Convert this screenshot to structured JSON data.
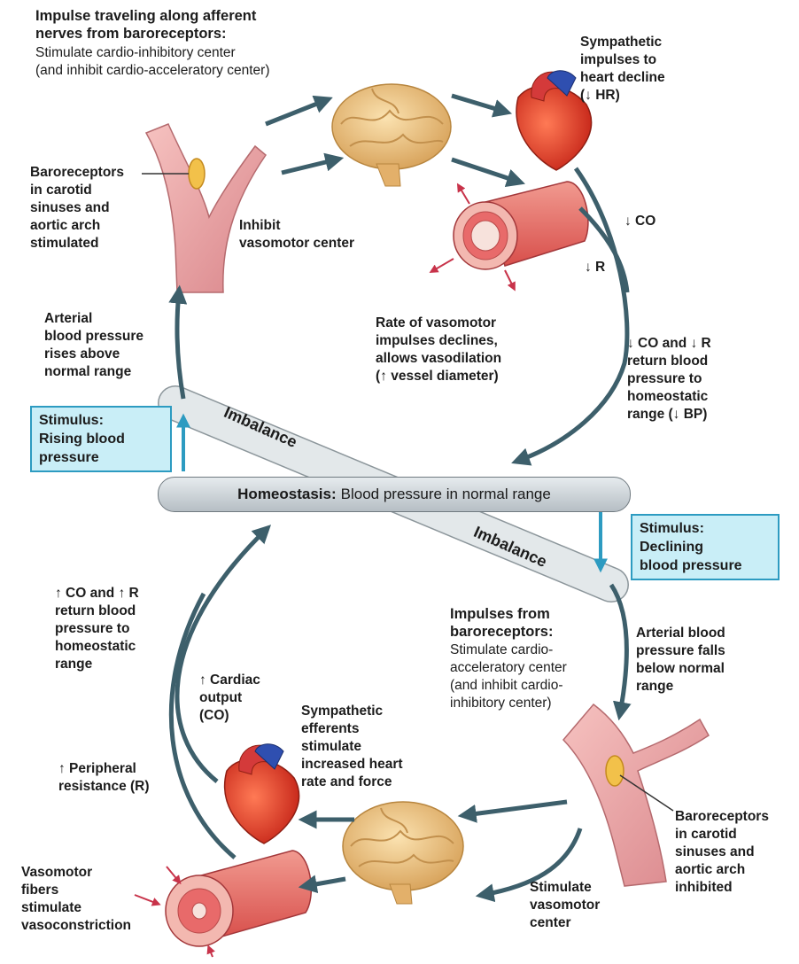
{
  "top_heading": "Impulse traveling along afferent\nnerves from baroreceptors:",
  "top_heading_sub": "Stimulate cardio-inhibitory center\n(and inhibit cardio-acceleratory center)",
  "baro_top": "Baroreceptors\nin carotid\nsinuses and\naortic arch\nstimulated",
  "inhibit_vasomotor": "Inhibit\nvasomotor center",
  "symp_top": "Sympathetic\nimpulses to\nheart decline\n(↓ HR)",
  "dec_co": "↓ CO",
  "dec_r": "↓ R",
  "rate_vasomotor": "Rate of vasomotor\nimpulses declines,\nallows vasodilation\n(↑ vessel diameter)",
  "dec_co_r": "↓ CO and ↓ R\nreturn blood\npressure to\nhomeostatic\nrange (↓ BP)",
  "arterial_rises": "Arterial\nblood pressure\nrises above\nnormal range",
  "stimulus_rising": "Stimulus:\nRising blood\npressure",
  "homeostasis_key": "Homeostasis:",
  "homeostasis_text": "Blood pressure in normal range",
  "imbalance_1": "Imbalance",
  "imbalance_2": "Imbalance",
  "stimulus_declining": "Stimulus:\nDeclining\nblood pressure",
  "inc_co_r": "↑ CO and ↑ R\nreturn blood\npressure to\nhomeostatic\nrange",
  "impulses_from": "Impulses from\nbaroreceptors:",
  "impulses_from_sub": "Stimulate cardio-\nacceleratory center\n(and inhibit cardio-\ninhibitory center)",
  "arterial_falls": "Arterial blood\npressure falls\nbelow normal\nrange",
  "cardiac_output": "↑ Cardiac\noutput\n(CO)",
  "symp_efferents": "Sympathetic\nefferents\nstimulate\nincreased heart\nrate and force",
  "peripheral": "↑ Peripheral\nresistance (R)",
  "baro_bottom": "Baroreceptors\nin carotid\nsinuses and\naortic arch\ninhibited",
  "stimulate_vasomotor": "Stimulate\nvasomotor\ncenter",
  "vasomotor_fibers": "Vasomotor\nfibers\nstimulate\nvasoconstriction",
  "colors": {
    "arrow": "#3d5f6b",
    "stimulus_arrow": "#2d9bc1",
    "stimulus_box": "#c9eef7",
    "red_arrow": "#c8334a"
  }
}
